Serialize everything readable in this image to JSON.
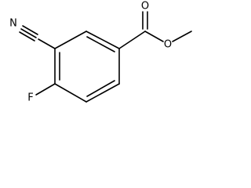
{
  "molecule": {
    "atoms": {
      "nitrogen": "N",
      "fluorine": "F",
      "carbonyl_oxygen": "O",
      "ester_oxygen": "O"
    },
    "colors": {
      "bond": "#000000",
      "background": "#ffffff"
    }
  }
}
